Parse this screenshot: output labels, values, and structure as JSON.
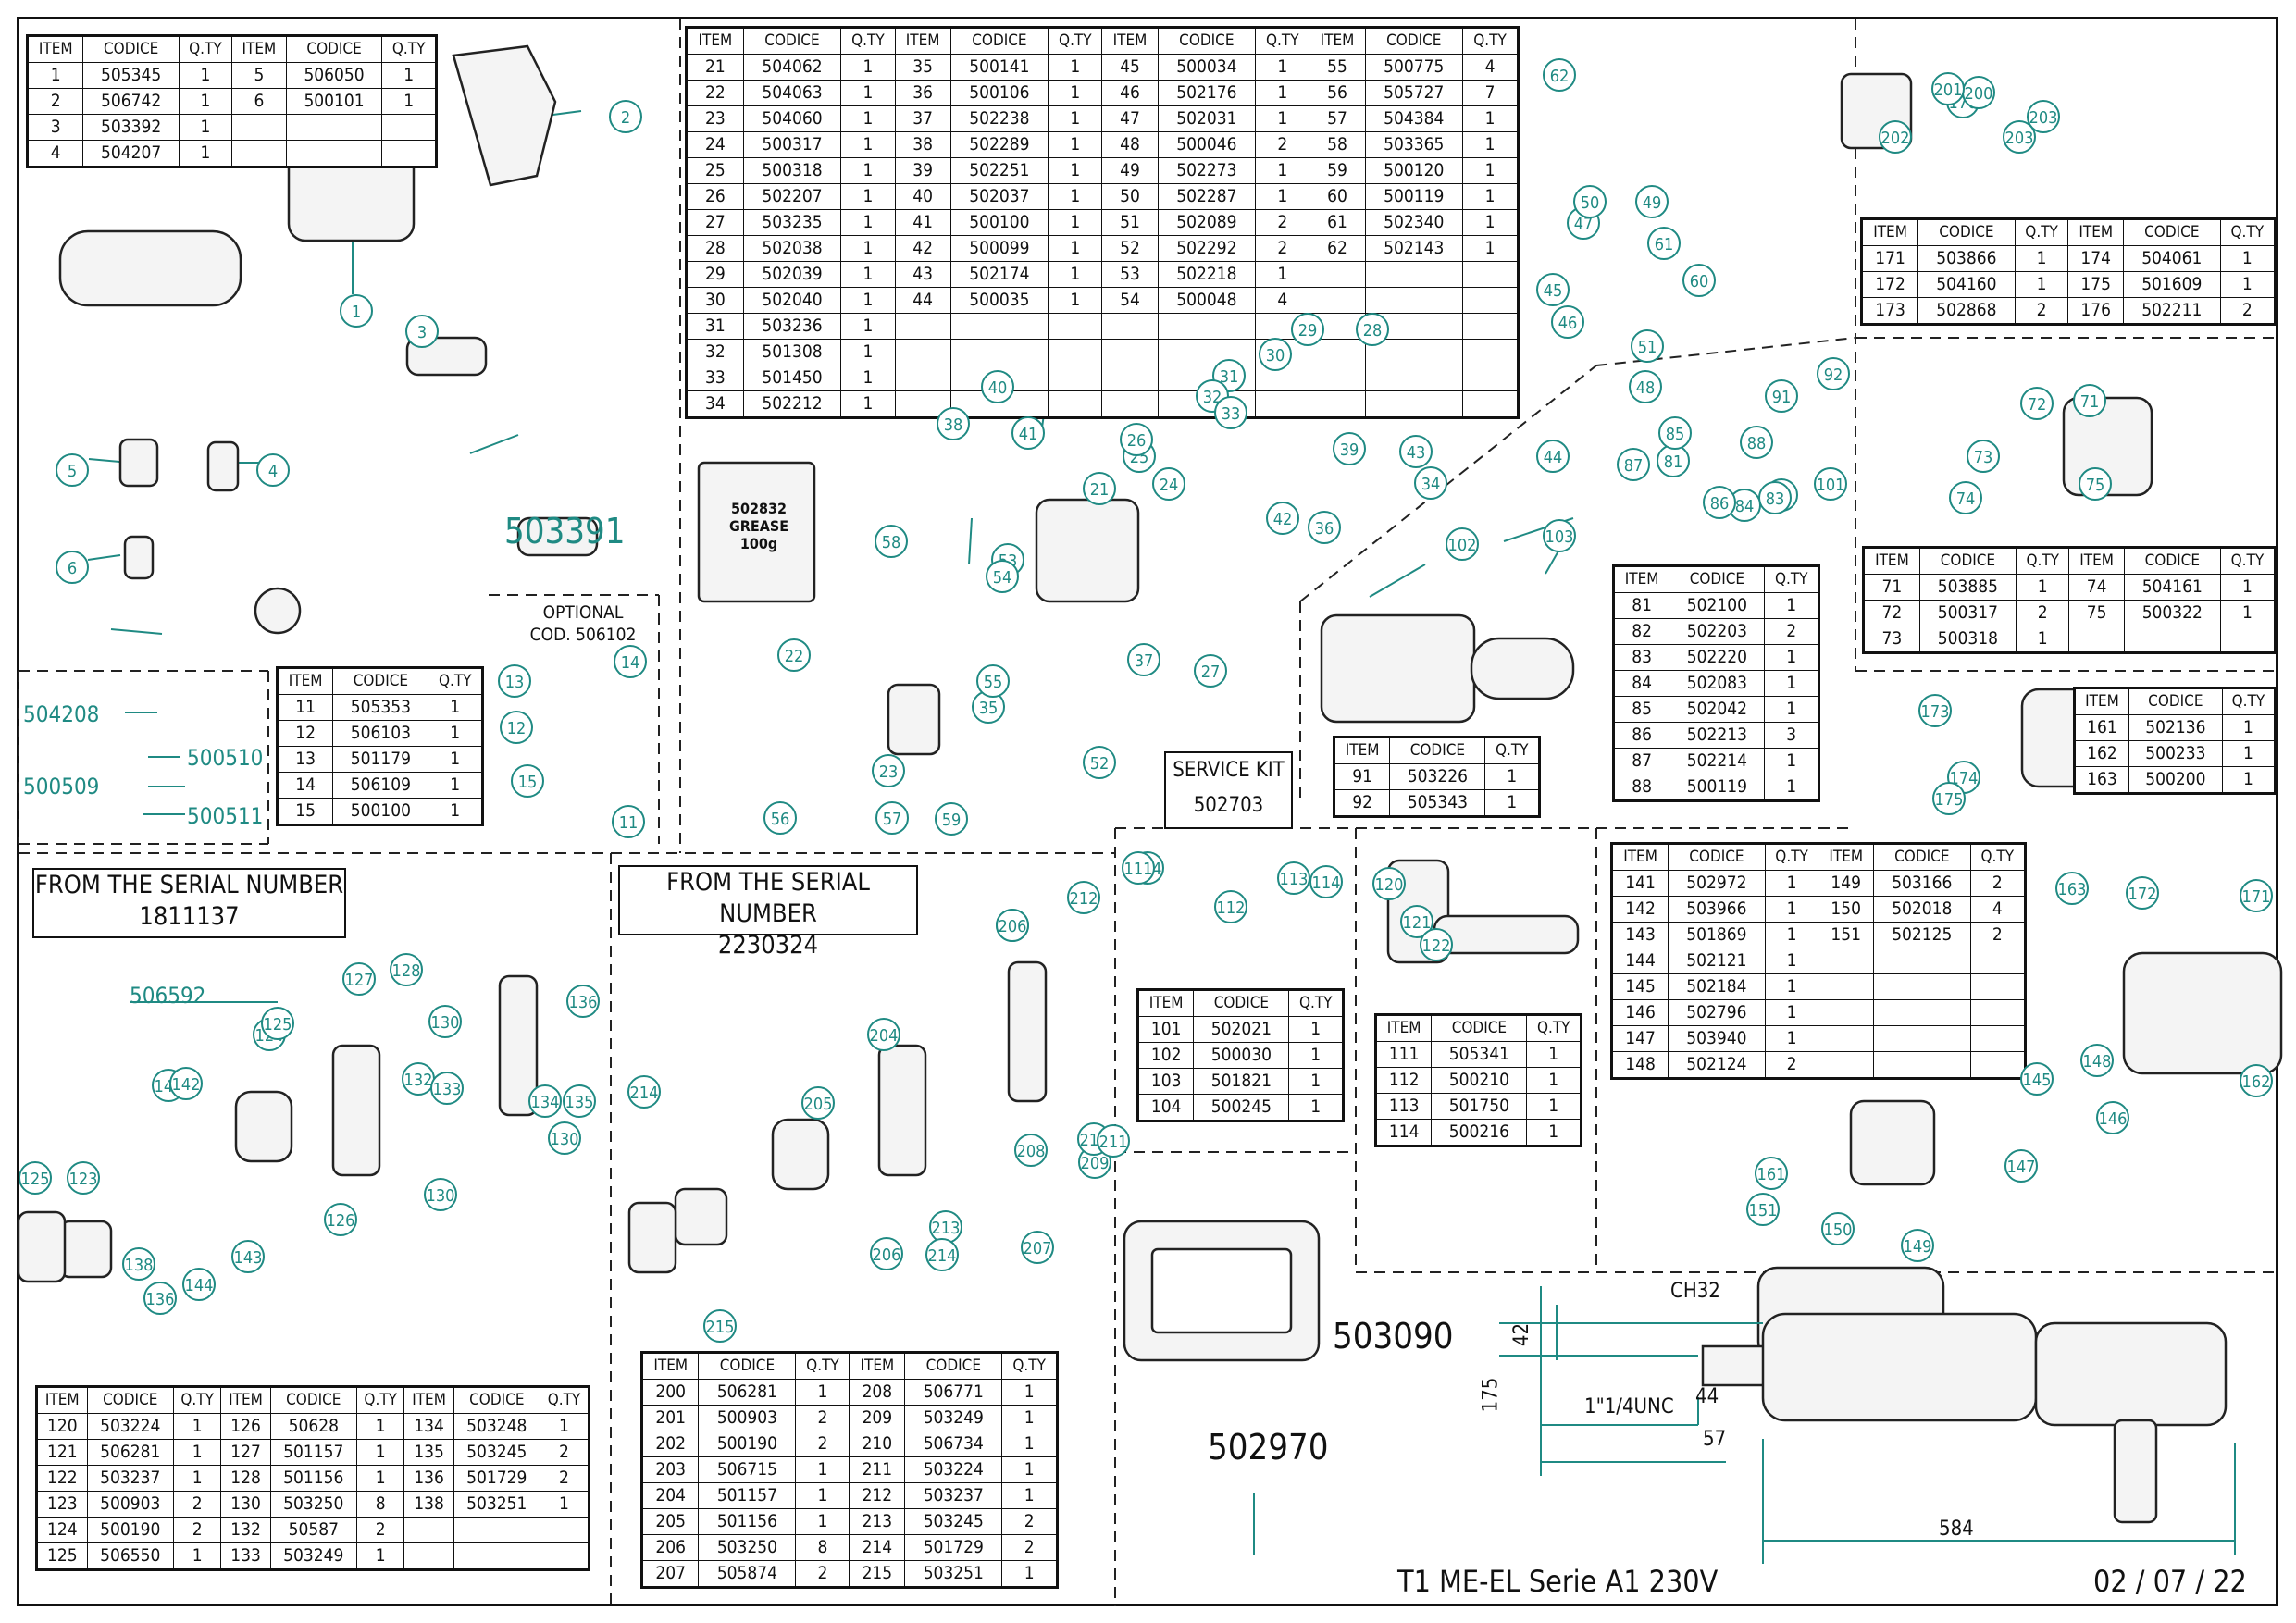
{
  "footer": {
    "title": "T1 ME-EL Serie A1 230V",
    "date": "02 / 07 / 22"
  },
  "headers": {
    "item": "ITEM",
    "code": "CODICE",
    "qty": "Q.TY"
  },
  "serial_1": {
    "label": "FROM THE SERIAL NUMBER",
    "number": "1811137"
  },
  "serial_2": {
    "label": "FROM THE SERIAL NUMBER",
    "number": "2230324"
  },
  "optional": {
    "label": "OPTIONAL",
    "code": "COD. 506102"
  },
  "service_kit": {
    "label": "SERVICE KIT",
    "code": "502703"
  },
  "grease": {
    "code": "502832",
    "name": "GREASE",
    "qty": "100g"
  },
  "codes": {
    "cable": "503391",
    "case": "503090",
    "wrench": "502970",
    "handle_group": "506592",
    "spare_1": "504208",
    "spare_2": "500510",
    "spare_3": "500509",
    "spare_4": "500511"
  },
  "dimensions": {
    "ch": "CH32",
    "d42": "42",
    "d175": "175",
    "d44": "44",
    "thread": "1\"1/4UNC",
    "d57": "57",
    "d584": "584"
  },
  "tables": {
    "t1": [
      [
        "1",
        "505345",
        "1",
        "5",
        "506050",
        "1"
      ],
      [
        "2",
        "506742",
        "1",
        "6",
        "500101",
        "1"
      ],
      [
        "3",
        "503392",
        "1",
        "",
        "",
        ""
      ],
      [
        "4",
        "504207",
        "1",
        "",
        "",
        ""
      ]
    ],
    "t2": [
      [
        "21",
        "504062",
        "1",
        "35",
        "500141",
        "1",
        "45",
        "500034",
        "1",
        "55",
        "500775",
        "4"
      ],
      [
        "22",
        "504063",
        "1",
        "36",
        "500106",
        "1",
        "46",
        "502176",
        "1",
        "56",
        "505727",
        "7"
      ],
      [
        "23",
        "504060",
        "1",
        "37",
        "502238",
        "1",
        "47",
        "502031",
        "1",
        "57",
        "504384",
        "1"
      ],
      [
        "24",
        "500317",
        "1",
        "38",
        "502289",
        "1",
        "48",
        "500046",
        "2",
        "58",
        "503365",
        "1"
      ],
      [
        "25",
        "500318",
        "1",
        "39",
        "502251",
        "1",
        "49",
        "502273",
        "1",
        "59",
        "500120",
        "1"
      ],
      [
        "26",
        "502207",
        "1",
        "40",
        "502037",
        "1",
        "50",
        "502287",
        "1",
        "60",
        "500119",
        "1"
      ],
      [
        "27",
        "503235",
        "1",
        "41",
        "500100",
        "1",
        "51",
        "502089",
        "2",
        "61",
        "502340",
        "1"
      ],
      [
        "28",
        "502038",
        "1",
        "42",
        "500099",
        "1",
        "52",
        "502292",
        "2",
        "62",
        "502143",
        "1"
      ],
      [
        "29",
        "502039",
        "1",
        "43",
        "502174",
        "1",
        "53",
        "502218",
        "1",
        "",
        "",
        " "
      ],
      [
        "30",
        "502040",
        "1",
        "44",
        "500035",
        "1",
        "54",
        "500048",
        "4",
        "",
        "",
        ""
      ],
      [
        "31",
        "503236",
        "1",
        "",
        "",
        "",
        "",
        "",
        "",
        "",
        "",
        ""
      ],
      [
        "32",
        "501308",
        "1",
        "",
        "",
        "",
        "",
        "",
        "",
        "",
        "",
        ""
      ],
      [
        "33",
        "501450",
        "1",
        "",
        "",
        "",
        "",
        "",
        "",
        "",
        "",
        ""
      ],
      [
        "34",
        "502212",
        "1",
        "",
        "",
        "",
        "",
        "",
        "",
        "",
        "",
        ""
      ]
    ],
    "t3": [
      [
        "171",
        "503866",
        "1",
        "174",
        "504061",
        "1"
      ],
      [
        "172",
        "504160",
        "1",
        "175",
        "501609",
        "1"
      ],
      [
        "173",
        "502868",
        "2",
        "176",
        "502211",
        "2"
      ]
    ],
    "t4": [
      [
        "71",
        "503885",
        "1",
        "74",
        "504161",
        "1"
      ],
      [
        "72",
        "500317",
        "2",
        "75",
        "500322",
        "1"
      ],
      [
        "73",
        "500318",
        "1",
        "",
        "",
        ""
      ]
    ],
    "t5": [
      [
        "161",
        "502136",
        "1"
      ],
      [
        "162",
        "500233",
        "1"
      ],
      [
        "163",
        "500200",
        "1"
      ]
    ],
    "t6": [
      [
        "81",
        "502100",
        "1"
      ],
      [
        "82",
        "502203",
        "2"
      ],
      [
        "83",
        "502220",
        "1"
      ],
      [
        "84",
        "502083",
        "1"
      ],
      [
        "85",
        "502042",
        "1"
      ],
      [
        "86",
        "502213",
        "3"
      ],
      [
        "87",
        "502214",
        "1"
      ],
      [
        "88",
        "500119",
        "1"
      ]
    ],
    "t7": [
      [
        "91",
        "503226",
        "1"
      ],
      [
        "92",
        "505343",
        "1"
      ]
    ],
    "t8": [
      [
        "11",
        "505353",
        "1"
      ],
      [
        "12",
        "506103",
        "1"
      ],
      [
        "13",
        "501179",
        "1"
      ],
      [
        "14",
        "506109",
        "1"
      ],
      [
        "15",
        "500100",
        "1"
      ]
    ],
    "t9": [
      [
        "101",
        "502021",
        "1"
      ],
      [
        "102",
        "500030",
        "1"
      ],
      [
        "103",
        "501821",
        "1"
      ],
      [
        "104",
        "500245",
        "1"
      ]
    ],
    "t10": [
      [
        "111",
        "505341",
        "1"
      ],
      [
        "112",
        "500210",
        "1"
      ],
      [
        "113",
        "501750",
        "1"
      ],
      [
        "114",
        "500216",
        "1"
      ]
    ],
    "t11": [
      [
        "141",
        "502972",
        "1",
        "149",
        "503166",
        "2"
      ],
      [
        "142",
        "503966",
        "1",
        "150",
        "502018",
        "4"
      ],
      [
        "143",
        "501869",
        "1",
        "151",
        "502125",
        "2"
      ],
      [
        "144",
        "502121",
        "1",
        "",
        "",
        ""
      ],
      [
        "145",
        "502184",
        "1",
        "",
        "",
        ""
      ],
      [
        "146",
        "502796",
        "1",
        "",
        "",
        ""
      ],
      [
        "147",
        "503940",
        "1",
        "",
        "",
        ""
      ],
      [
        "148",
        "502124",
        "2",
        "",
        "",
        ""
      ]
    ],
    "t12": [
      [
        "120",
        "503224",
        "1",
        "126",
        "50628",
        "1",
        "134",
        "503248",
        "1"
      ],
      [
        "121",
        "506281",
        "1",
        "127",
        "501157",
        "1",
        "135",
        "503245",
        "2"
      ],
      [
        "122",
        "503237",
        "1",
        "128",
        "501156",
        "1",
        "136",
        "501729",
        "2"
      ],
      [
        "123",
        "500903",
        "2",
        "130",
        "503250",
        "8",
        "138",
        "503251",
        "1"
      ],
      [
        "124",
        "500190",
        "2",
        "132",
        "50587",
        "2",
        "",
        "",
        " "
      ],
      [
        "125",
        "506550",
        "1",
        "133",
        "503249",
        "1",
        "",
        "",
        ""
      ]
    ],
    "t13": [
      [
        "200",
        "506281",
        "1",
        "208",
        "506771",
        "1"
      ],
      [
        "201",
        "500903",
        "2",
        "209",
        "503249",
        "1"
      ],
      [
        "202",
        "500190",
        "2",
        "210",
        "506734",
        "1"
      ],
      [
        "203",
        "506715",
        "1",
        "211",
        "503224",
        "1"
      ],
      [
        "204",
        "501157",
        "1",
        "212",
        "503237",
        "1"
      ],
      [
        "205",
        "501156",
        "1",
        "213",
        "503245",
        "2"
      ],
      [
        "206",
        "503250",
        "8",
        "214",
        "501729",
        "2"
      ],
      [
        "207",
        "505874",
        "2",
        "215",
        "503251",
        "1"
      ]
    ]
  },
  "callouts": [
    "1",
    "2",
    "3",
    "4",
    "5",
    "6",
    "11",
    "12",
    "13",
    "14",
    "15",
    "21",
    "22",
    "23",
    "24",
    "25",
    "26",
    "27",
    "28",
    "29",
    "30",
    "31",
    "32",
    "33",
    "34",
    "35",
    "36",
    "37",
    "38",
    "39",
    "40",
    "41",
    "42",
    "43",
    "44",
    "45",
    "46",
    "47",
    "48",
    "49",
    "50",
    "51",
    "52",
    "53",
    "54",
    "55",
    "56",
    "57",
    "58",
    "59",
    "60",
    "61",
    "62",
    "71",
    "72",
    "73",
    "74",
    "75",
    "81",
    "82",
    "83",
    "84",
    "85",
    "86",
    "87",
    "88",
    "91",
    "92",
    "101",
    "102",
    "103",
    "104",
    "111",
    "112",
    "113",
    "114",
    "120",
    "121",
    "122",
    "123",
    "124",
    "125",
    "125",
    "126",
    "127",
    "128",
    "130",
    "130",
    "130",
    "132",
    "133",
    "134",
    "135",
    "136",
    "136",
    "138",
    "141",
    "142",
    "143",
    "144",
    "145",
    "146",
    "147",
    "148",
    "149",
    "150",
    "151",
    "161",
    "162",
    "163",
    "171",
    "172",
    "173",
    "174",
    "175",
    "176",
    "200",
    "201",
    "202",
    "203",
    "203",
    "204",
    "205",
    "206",
    "206",
    "206",
    "207",
    "208",
    "209",
    "210",
    "211",
    "212",
    "213",
    "214",
    "214",
    "215"
  ]
}
